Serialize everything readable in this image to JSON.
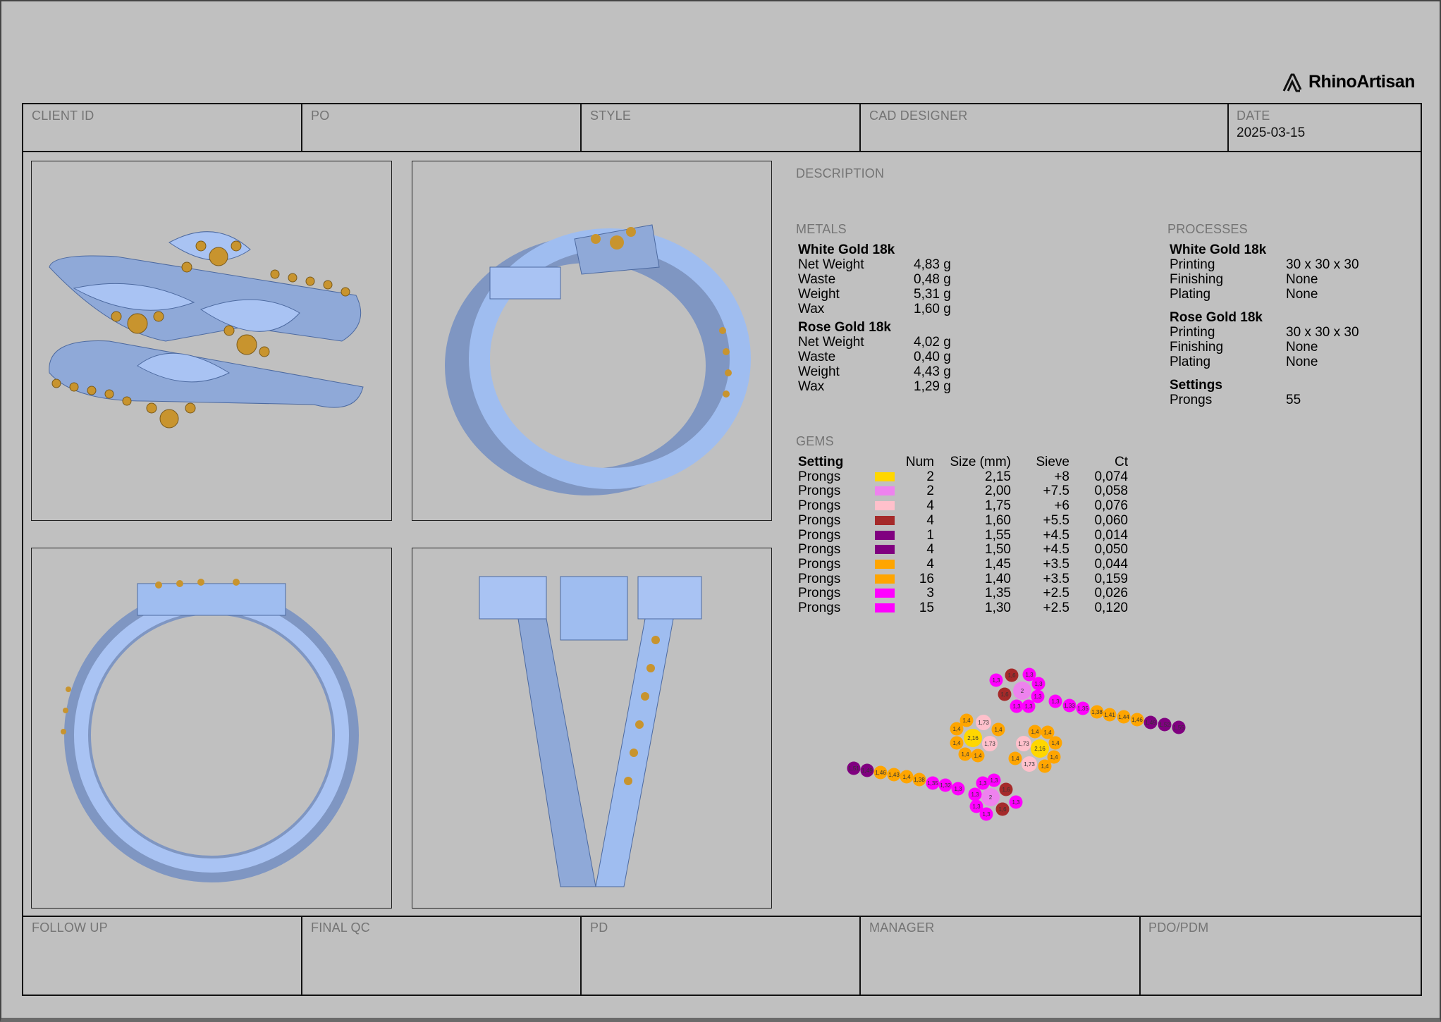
{
  "brand": {
    "name": "RhinoArtisan",
    "icon": "rhinoartisan-logo-icon"
  },
  "header": {
    "client_id_label": "CLIENT ID",
    "po_label": "PO",
    "style_label": "STYLE",
    "cad_designer_label": "CAD DESIGNER",
    "date_label": "DATE",
    "date_value": "2025-03-15"
  },
  "description_label": "DESCRIPTION",
  "metals": {
    "label": "METALS",
    "groups": [
      {
        "name": "White Gold 18k",
        "rows": [
          {
            "k": "Net Weight",
            "v": "4,83 g"
          },
          {
            "k": "Waste",
            "v": "0,48 g"
          },
          {
            "k": "Weight",
            "v": "5,31 g"
          },
          {
            "k": "Wax",
            "v": "1,60 g"
          }
        ]
      },
      {
        "name": "Rose Gold 18k",
        "rows": [
          {
            "k": "Net Weight",
            "v": "4,02 g"
          },
          {
            "k": "Waste",
            "v": "0,40 g"
          },
          {
            "k": "Weight",
            "v": "4,43 g"
          },
          {
            "k": "Wax",
            "v": "1,29 g"
          }
        ]
      }
    ]
  },
  "processes": {
    "label": "PROCESSES",
    "groups": [
      {
        "name": "White Gold 18k",
        "rows": [
          {
            "k": "Printing",
            "v": "30 x 30 x 30"
          },
          {
            "k": "Finishing",
            "v": "None"
          },
          {
            "k": "Plating",
            "v": "None"
          }
        ]
      },
      {
        "name": "Rose Gold 18k",
        "rows": [
          {
            "k": "Printing",
            "v": "30 x 30 x 30"
          },
          {
            "k": "Finishing",
            "v": "None"
          },
          {
            "k": "Plating",
            "v": "None"
          }
        ]
      },
      {
        "name": "Settings",
        "rows": [
          {
            "k": "Prongs",
            "v": "55"
          }
        ]
      }
    ]
  },
  "gems": {
    "label": "GEMS",
    "columns": {
      "setting": "Setting",
      "num": "Num",
      "size": "Size (mm)",
      "sieve": "Sieve",
      "ct": "Ct"
    },
    "rows": [
      {
        "setting": "Prongs",
        "color": "#ffd700",
        "num": "2",
        "size": "2,15",
        "sieve": "+8",
        "ct": "0,074"
      },
      {
        "setting": "Prongs",
        "color": "#ee82ee",
        "num": "2",
        "size": "2,00",
        "sieve": "+7.5",
        "ct": "0,058"
      },
      {
        "setting": "Prongs",
        "color": "#ffc0cb",
        "num": "4",
        "size": "1,75",
        "sieve": "+6",
        "ct": "0,076"
      },
      {
        "setting": "Prongs",
        "color": "#a52a2a",
        "num": "4",
        "size": "1,60",
        "sieve": "+5.5",
        "ct": "0,060"
      },
      {
        "setting": "Prongs",
        "color": "#800080",
        "num": "1",
        "size": "1,55",
        "sieve": "+4.5",
        "ct": "0,014"
      },
      {
        "setting": "Prongs",
        "color": "#800080",
        "num": "4",
        "size": "1,50",
        "sieve": "+4.5",
        "ct": "0,050"
      },
      {
        "setting": "Prongs",
        "color": "#ffa500",
        "num": "4",
        "size": "1,45",
        "sieve": "+3.5",
        "ct": "0,044"
      },
      {
        "setting": "Prongs",
        "color": "#ffa500",
        "num": "16",
        "size": "1,40",
        "sieve": "+3.5",
        "ct": "0,159"
      },
      {
        "setting": "Prongs",
        "color": "#ff00ff",
        "num": "3",
        "size": "1,35",
        "sieve": "+2.5",
        "ct": "0,026"
      },
      {
        "setting": "Prongs",
        "color": "#ff00ff",
        "num": "15",
        "size": "1,30",
        "sieve": "+2.5",
        "ct": "0,120"
      }
    ]
  },
  "gem_map": [
    {
      "t": "1,3",
      "c": "#ff00ff"
    },
    {
      "t": "1,6",
      "c": "#a52a2a"
    },
    {
      "t": "1,3",
      "c": "#ff00ff"
    },
    {
      "t": "1,3",
      "c": "#ff00ff"
    },
    {
      "t": "2",
      "c": "#ee82ee"
    },
    {
      "t": "1,6",
      "c": "#a52a2a"
    },
    {
      "t": "1,3",
      "c": "#ff00ff"
    },
    {
      "t": "1,3",
      "c": "#ff00ff"
    },
    {
      "t": "1,3",
      "c": "#ff00ff"
    },
    {
      "t": "1,3",
      "c": "#ff00ff"
    },
    {
      "t": "1,33",
      "c": "#ff00ff"
    },
    {
      "t": "1,35",
      "c": "#ff00ff"
    },
    {
      "t": "1,38",
      "c": "#ffa500"
    },
    {
      "t": "1,41",
      "c": "#ffa500"
    },
    {
      "t": "1,44",
      "c": "#ffa500"
    },
    {
      "t": "1,46",
      "c": "#ffa500"
    },
    {
      "t": "1,49",
      "c": "#800080"
    },
    {
      "t": "1,52",
      "c": "#800080"
    },
    {
      "t": "1,55",
      "c": "#800080"
    },
    {
      "t": "1,4",
      "c": "#ffa500"
    },
    {
      "t": "1,73",
      "c": "#ffc0cb"
    },
    {
      "t": "1,4",
      "c": "#ffa500"
    },
    {
      "t": "2,16",
      "c": "#ffd700"
    },
    {
      "t": "1,4",
      "c": "#ffa500"
    },
    {
      "t": "1,4",
      "c": "#ffa500"
    },
    {
      "t": "1,73",
      "c": "#ffc0cb"
    },
    {
      "t": "1,4",
      "c": "#ffa500"
    },
    {
      "t": "1,4",
      "c": "#ffa500"
    },
    {
      "t": "1,4",
      "c": "#ffa500"
    },
    {
      "t": "1,4",
      "c": "#ffa500"
    },
    {
      "t": "1,73",
      "c": "#ffc0cb"
    },
    {
      "t": "2,16",
      "c": "#ffd700"
    },
    {
      "t": "1,4",
      "c": "#ffa500"
    },
    {
      "t": "1,4",
      "c": "#ffa500"
    },
    {
      "t": "1,73",
      "c": "#ffc0cb"
    },
    {
      "t": "1,4",
      "c": "#ffa500"
    },
    {
      "t": "1,4",
      "c": "#ffa500"
    },
    {
      "t": "1,51",
      "c": "#800080"
    },
    {
      "t": "1,49",
      "c": "#800080"
    },
    {
      "t": "1,46",
      "c": "#ffa500"
    },
    {
      "t": "1,43",
      "c": "#ffa500"
    },
    {
      "t": "1,4",
      "c": "#ffa500"
    },
    {
      "t": "1,38",
      "c": "#ffa500"
    },
    {
      "t": "1,35",
      "c": "#ff00ff"
    },
    {
      "t": "1,32",
      "c": "#ff00ff"
    },
    {
      "t": "1,3",
      "c": "#ff00ff"
    },
    {
      "t": "1,3",
      "c": "#ff00ff"
    },
    {
      "t": "1,3",
      "c": "#ff00ff"
    },
    {
      "t": "1,6",
      "c": "#a52a2a"
    },
    {
      "t": "1,3",
      "c": "#ff00ff"
    },
    {
      "t": "2",
      "c": "#ee82ee"
    },
    {
      "t": "1,3",
      "c": "#ff00ff"
    },
    {
      "t": "1,3",
      "c": "#ff00ff"
    },
    {
      "t": "1,6",
      "c": "#a52a2a"
    },
    {
      "t": "1,3",
      "c": "#ff00ff"
    }
  ],
  "footer": {
    "follow_up_label": "FOLLOW UP",
    "final_qc_label": "FINAL QC",
    "pd_label": "PD",
    "manager_label": "MANAGER",
    "pdo_pdm_label": "PDO/PDM"
  },
  "colors": {
    "background": "#c0c0c0",
    "metal_blue": "#9fbdf0",
    "gem_gold": "#c8942e"
  }
}
